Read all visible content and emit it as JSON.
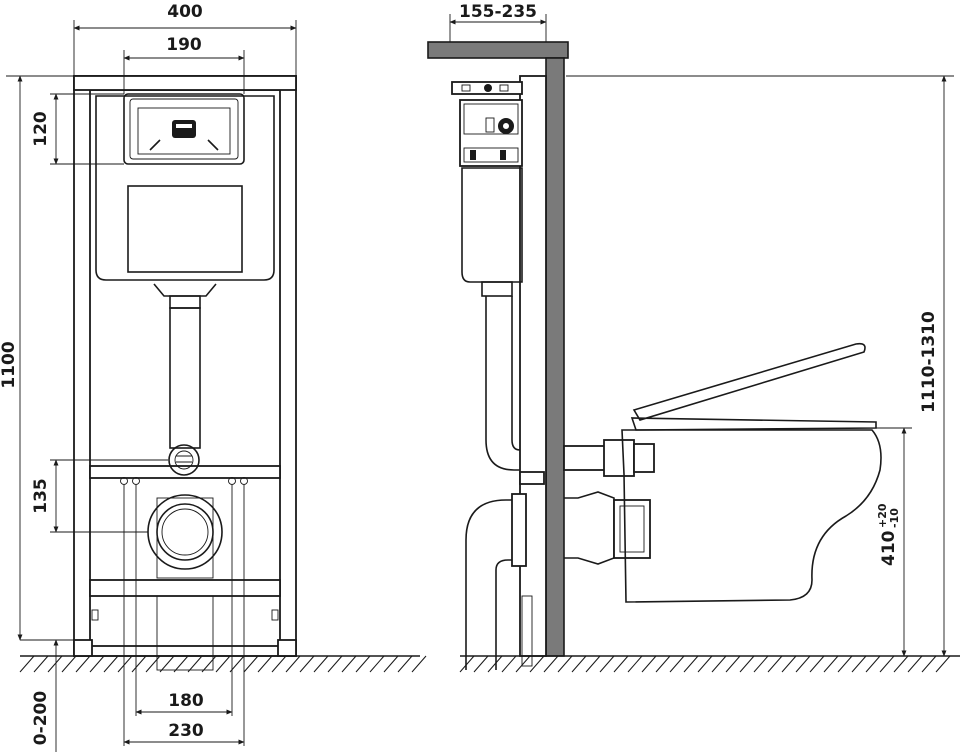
{
  "front_view": {
    "width_label": "400",
    "flush_plate_width_label": "190",
    "top_offset_label": "120",
    "height_label": "1100",
    "inlet_spacing_label": "135",
    "floor_adjust_label": "0-200",
    "bolt_spacing_label": "180",
    "drain_spacing_label": "230"
  },
  "side_view": {
    "wall_depth_label": "155-235",
    "total_height_label": "1110-1310",
    "seat_height_label": "410",
    "seat_tolerance_plus": "+20",
    "seat_tolerance_minus": "-10"
  }
}
